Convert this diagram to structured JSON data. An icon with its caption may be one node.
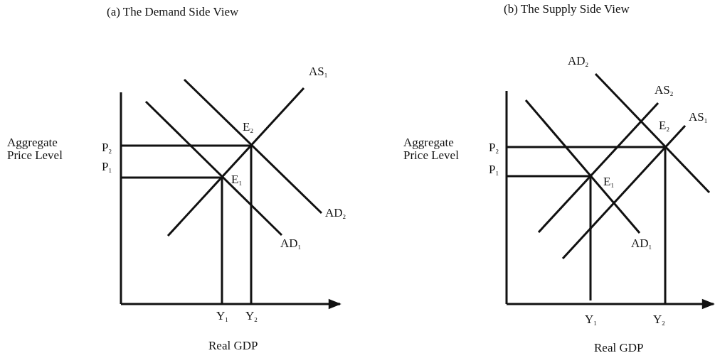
{
  "diagram": {
    "labels": [
      "(a) The Demand Side View",
      "AS$_{1}$",
      "E$_{2}$",
      "Aggregate Price Level",
      "P$_{2}$",
      "P$_{1}$",
      "E$_{1}$",
      "AD$_{2}$",
      "AD$_{1}$",
      "Y$_{1}$",
      "Y$_{2}$",
      "Real GDP",
      "(b) The Supply Side View",
      "AD$_{2}$",
      "AS$_{2}$",
      "AS$_{1}$",
      "E$_{2}$",
      "Aggregate Price Level",
      "P$_{2}$",
      "P$_{1}$",
      "E$_{1}$",
      "AD$_{1}$",
      "Y$_{1}$",
      "Y$_{2}$",
      "Real GDP"
    ]
  }
}
